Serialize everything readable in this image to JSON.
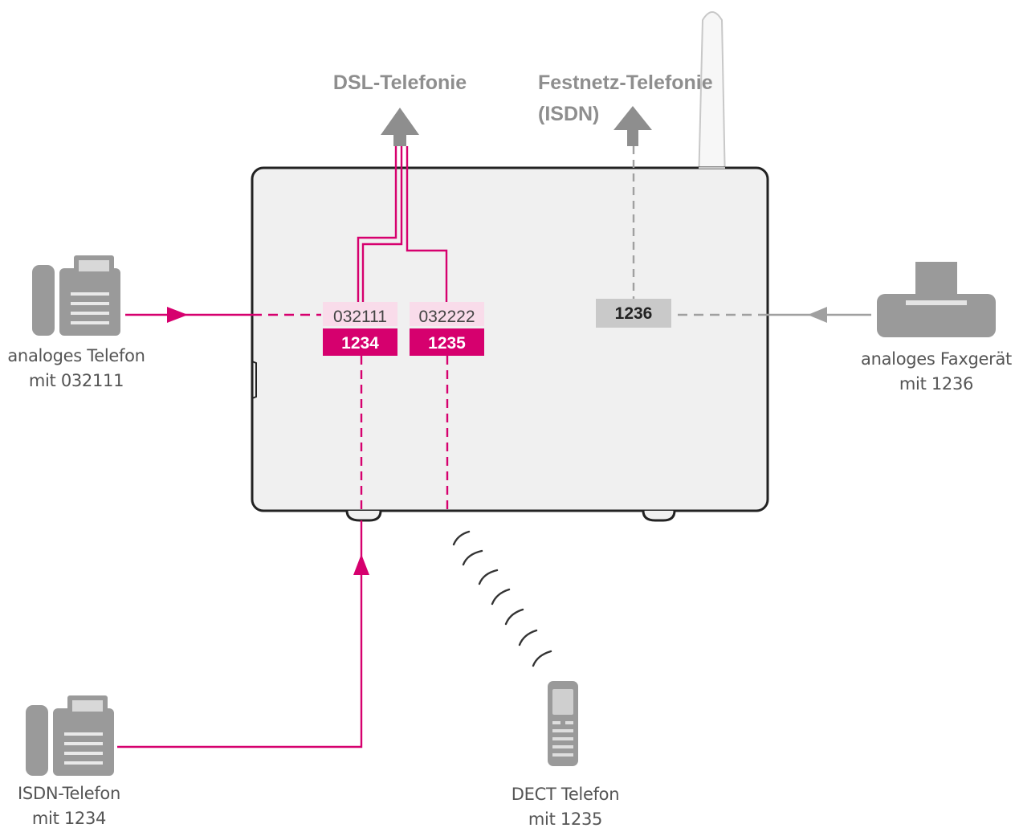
{
  "upstream": {
    "dsl": "DSL-Telefonie",
    "festnetz_line1": "Festnetz-Telefonie",
    "festnetz_line2": "(ISDN)"
  },
  "ports": {
    "port1_number": "032111",
    "port1_msn": "1234",
    "port2_number": "032222",
    "port2_msn": "1235",
    "port3_msn": "1236"
  },
  "devices": {
    "analog_phone": {
      "line1": "analoges Telefon",
      "line2": "mit 032111",
      "icon": "desk-phone-icon"
    },
    "fax": {
      "line1": "analoges Faxgerät",
      "line2": "mit 1236",
      "icon": "fax-machine-icon"
    },
    "isdn_phone": {
      "line1": "ISDN-Telefon",
      "line2": "mit 1234",
      "icon": "desk-phone-icon"
    },
    "dect_phone": {
      "line1": "DECT Telefon",
      "line2": "mit 1235",
      "icon": "cordless-phone-icon"
    }
  },
  "colors": {
    "magenta": "#d6006e",
    "magenta_light": "#f9dcea",
    "grey": "#9a9a9a",
    "router_fill": "#f0f0f0",
    "router_stroke": "#222222"
  }
}
